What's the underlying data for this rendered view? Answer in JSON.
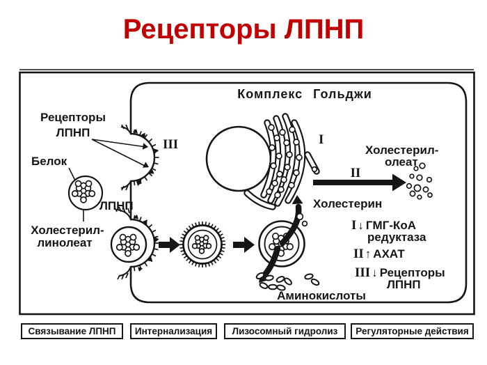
{
  "title": "Рецепторы ЛПНП",
  "colors": {
    "title_red": "#c00000",
    "ink": "#151515",
    "background": "#ffffff"
  },
  "diagram": {
    "golgi_title": "Комплекс Гольджи",
    "labels": {
      "receptors_line1": "Рецепторы",
      "receptors_line2": "ЛПНП",
      "protein": "Белок",
      "ldl_particle": "ЛПНП",
      "cholesteryl_linoleate_line1": "Холестерил-",
      "cholesteryl_linoleate_line2": "линолеат",
      "cholesterol": "Холестерин",
      "cholesteryl_oleate_line1": "Холестерил-",
      "cholesteryl_oleate_line2": "олеат",
      "amino_acids": "Аминокислоты"
    },
    "numerals": {
      "coated_pit": "III",
      "golgi": "I",
      "secretion": "II"
    },
    "regulation": [
      {
        "numeral": "I",
        "arrow": "↓",
        "name": "ГМГ-КоА",
        "name2": "редуктаза"
      },
      {
        "numeral": "II",
        "arrow": "↑",
        "name": "АХАТ"
      },
      {
        "numeral": "III",
        "arrow": "↓",
        "name": "Рецепторы",
        "name2": "ЛПНП"
      }
    ],
    "steps": [
      {
        "label": "Связывание ЛПНП"
      },
      {
        "label": "Интернализация"
      },
      {
        "label": "Лизосомный гидролиз"
      },
      {
        "label": "Регуляторные действия"
      }
    ]
  }
}
